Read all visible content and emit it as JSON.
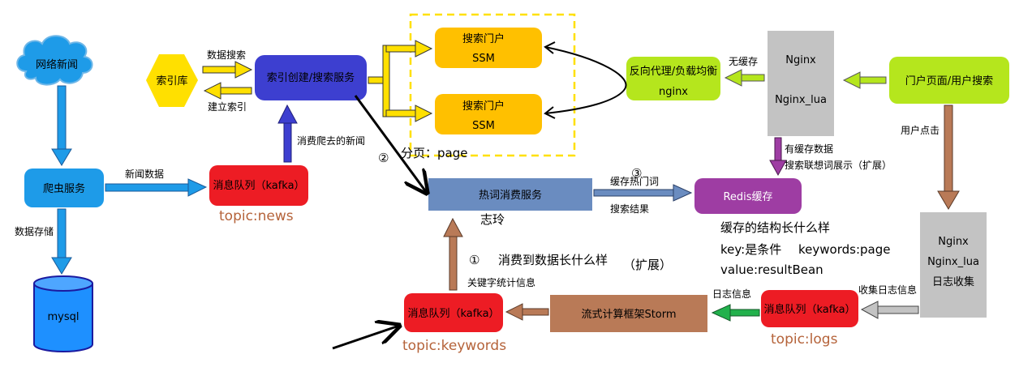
{
  "nodes": {
    "news_cloud": "网络新闻",
    "crawler": "爬虫服务",
    "mysql": "mysql",
    "index_store": "索引库",
    "index_service": "索引创建/搜索服务",
    "kafka_news": "消息队列（kafka）",
    "portal1_line1": "搜索门户",
    "portal1_line2": "SSM",
    "portal2_line1": "搜索门户",
    "portal2_line2": "SSM",
    "reverse_proxy_line1": "反向代理/负载均衡",
    "reverse_proxy_line2": "nginx",
    "nginx_top_line1": "Nginx",
    "nginx_top_line2": "Nginx_lua",
    "portal_page": "门户页面/用户搜索",
    "hotword": "热词消费服务",
    "redis": "Redis缓存",
    "nginx_log_line1": "Nginx",
    "nginx_log_line2": "Nginx_lua",
    "nginx_log_line3": "日志收集",
    "kafka_keywords": "消息队列（kafka）",
    "storm": "流式计算框架Storm",
    "kafka_logs": "消息队列（kafka）"
  },
  "edges": {
    "data_search": "数据搜索",
    "build_index": "建立索引",
    "news_data": "新闻数据",
    "data_storage": "数据存储",
    "consume_news": "消费爬去的新闻",
    "no_cache": "无缓存",
    "user_click": "用户点击",
    "has_cache_line1": "有缓存数据",
    "has_cache_line2": "搜索联想词展示（扩展）",
    "cache_hot_line1": "缓存热门词",
    "cache_hot_line2": "搜索结果",
    "keyword_stats": "关键字统计信息",
    "log_info": "日志信息",
    "collect_log": "收集日志信息"
  },
  "notes": {
    "step2": "②",
    "paging": "分页：page",
    "step3": "③",
    "zhiling": "志玲",
    "step1": "①",
    "consume_shape": "消费到数据长什么样",
    "extend": "（扩展）",
    "cache_structure": "缓存的结构长什么样",
    "key_line": "key:是条件",
    "keywords_page": "keywords:page",
    "value_line": "value:resultBean"
  },
  "topics": {
    "news": "topic:news",
    "keywords": "topic:keywords",
    "logs": "topic:logs"
  },
  "colors": {
    "cloud_blue": "#1e9be8",
    "crawler_blue": "#1e9be8",
    "db_blue": "#1e90ff",
    "hexagon_yellow": "#ffe000",
    "index_service_blue": "#3d3fd0",
    "kafka_red": "#ed1c24",
    "portal_orange": "#ffc000",
    "proxy_green": "#b5e61d",
    "nginx_grey": "#c3c3c3",
    "hotword_blue": "#6a8cc0",
    "redis_purple": "#9e3da3",
    "storm_brown": "#b97a57",
    "topic_brown": "#b5633a",
    "dashed_yellow": "#ffe000"
  }
}
